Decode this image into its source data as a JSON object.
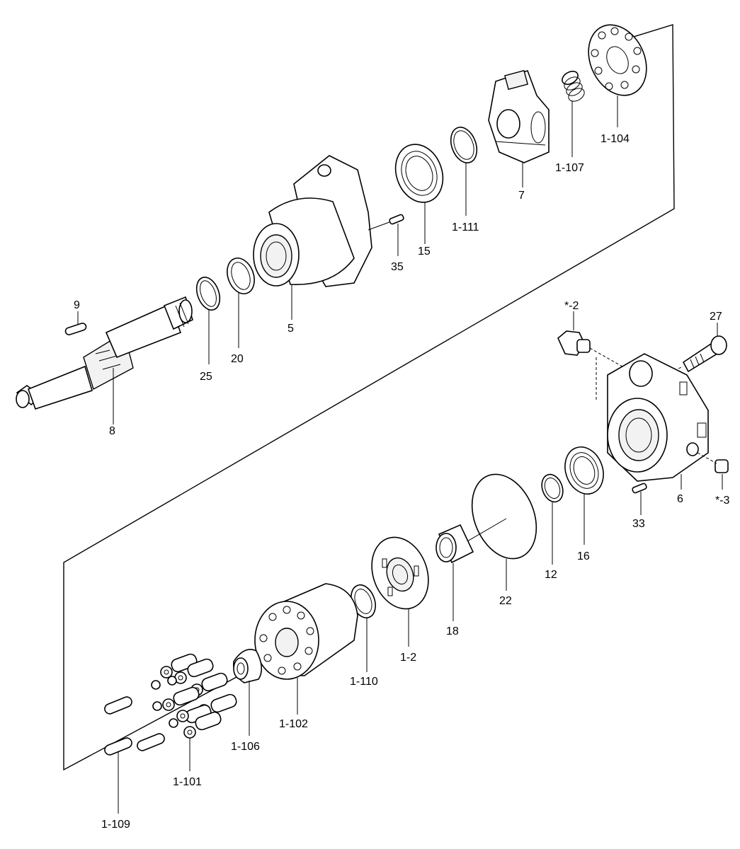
{
  "diagram": {
    "labels": {
      "p9": "9",
      "p8": "8",
      "p25": "25",
      "p20": "20",
      "p5": "5",
      "p35": "35",
      "p15": "15",
      "p1_111": "1-111",
      "p7": "7",
      "p1_107": "1-107",
      "p1_104": "1-104",
      "p2star": "*-2",
      "p27": "27",
      "p6": "6",
      "p3star": "*-3",
      "p33": "33",
      "p16": "16",
      "p12": "12",
      "p22": "22",
      "p18": "18",
      "p1_2": "1-2",
      "p1_110": "1-110",
      "p1_102": "1-102",
      "p1_106": "1-106",
      "p1_101": "1-101",
      "p1_109": "1-109"
    }
  }
}
